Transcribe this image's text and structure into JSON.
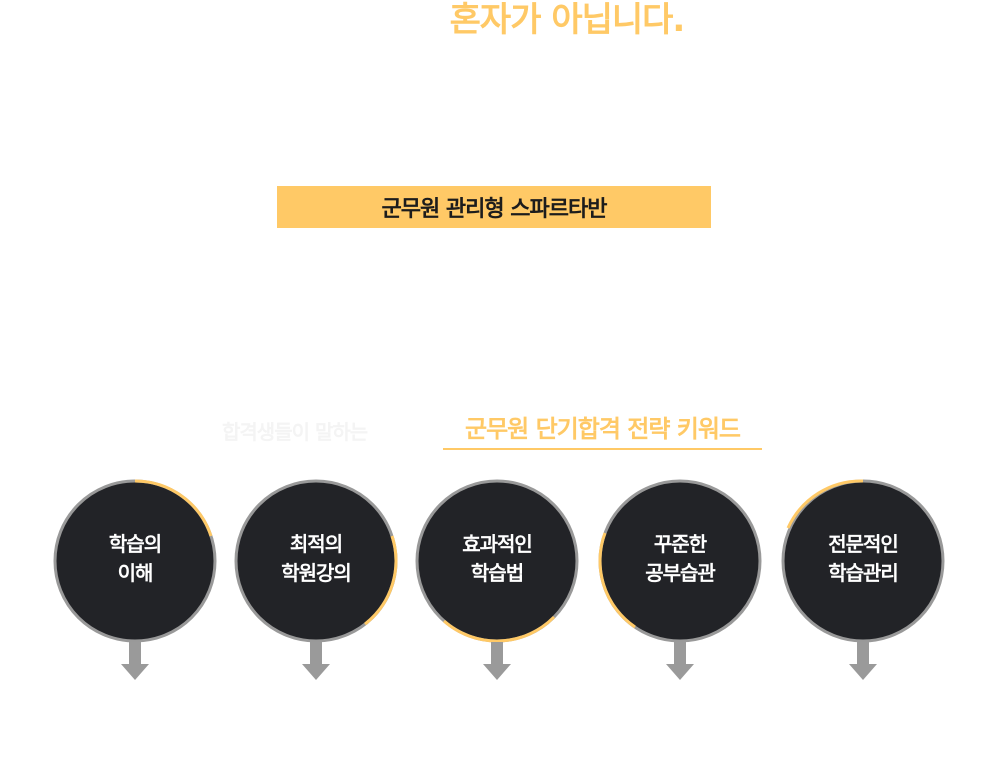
{
  "colors": {
    "accent": "#ffc966",
    "dark": "#222327",
    "ring": "#999999",
    "arrow": "#9a9a9a",
    "faint": "#f4f4f4"
  },
  "header": {
    "headline": "혼자가 아닙니다."
  },
  "banner": {
    "label": "군무원 관리형 스파르타반"
  },
  "keywords": {
    "faint_text": "합격생들이 말하는",
    "title": "군무원 단기합격 전략 키워드"
  },
  "items": [
    {
      "line1": "학습의",
      "line2": "이해"
    },
    {
      "line1": "최적의",
      "line2": "학원강의"
    },
    {
      "line1": "효과적인",
      "line2": "학습법"
    },
    {
      "line1": "꾸준한",
      "line2": "공부습관"
    },
    {
      "line1": "전문적인",
      "line2": "학습관리"
    }
  ]
}
